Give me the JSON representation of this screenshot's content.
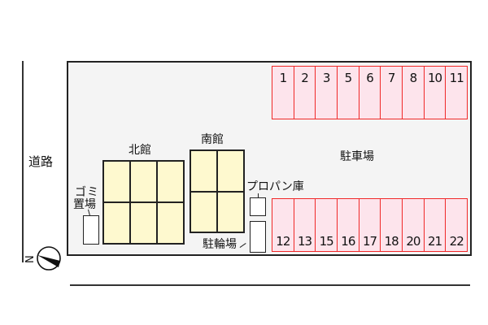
{
  "road": {
    "label": "道路"
  },
  "lot": {
    "parking_label": "駐車場",
    "parking_top": [
      "1",
      "2",
      "3",
      "5",
      "6",
      "7",
      "8",
      "10",
      "11"
    ],
    "parking_bottom": [
      "12",
      "13",
      "15",
      "16",
      "17",
      "18",
      "20",
      "21",
      "22"
    ]
  },
  "buildings": {
    "north": {
      "label": "北館",
      "units": 6
    },
    "south": {
      "label": "南館",
      "units": 4
    }
  },
  "facilities": {
    "garbage_line1": "ゴミ",
    "garbage_line2": "置場",
    "propane": "プロパン庫",
    "bicycle": "駐輪場"
  },
  "compass": {
    "north_label": "N"
  },
  "colors": {
    "parking_fill": "#fde4ec",
    "parking_border": "#f02828",
    "building_fill": "#fef9cf",
    "lot_fill": "#f4f4f4"
  }
}
